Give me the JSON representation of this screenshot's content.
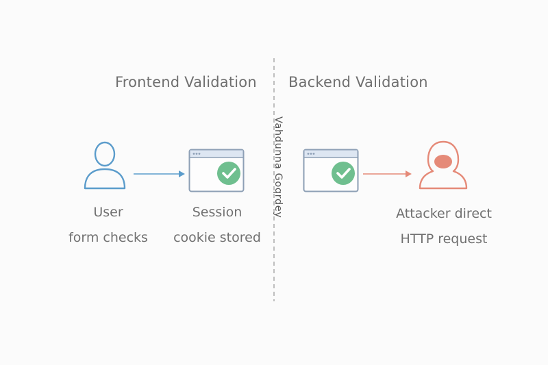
{
  "headings": {
    "frontend": "Frontend Validation",
    "backend": "Backend Validation"
  },
  "divider_label": "Vahdunna Goqrdey",
  "nodes": {
    "user": {
      "line1": "User",
      "line2": "form checks",
      "icon": "user-icon"
    },
    "session": {
      "line1": "Session",
      "line2": "cookie stored",
      "icon": "browser-check-icon"
    },
    "backend_window": {
      "icon": "browser-check-icon"
    },
    "attacker": {
      "line1": "Attacker direct",
      "line2": "HTTP request",
      "icon": "hooded-attacker-icon"
    }
  },
  "colors": {
    "user": "#5b9ccb",
    "window_border": "#8d9fb5",
    "window_bar": "#dde6f2",
    "check": "#6fbf8f",
    "attacker": "#e58a78",
    "divider": "#aaaaaa",
    "text": "#707070"
  }
}
